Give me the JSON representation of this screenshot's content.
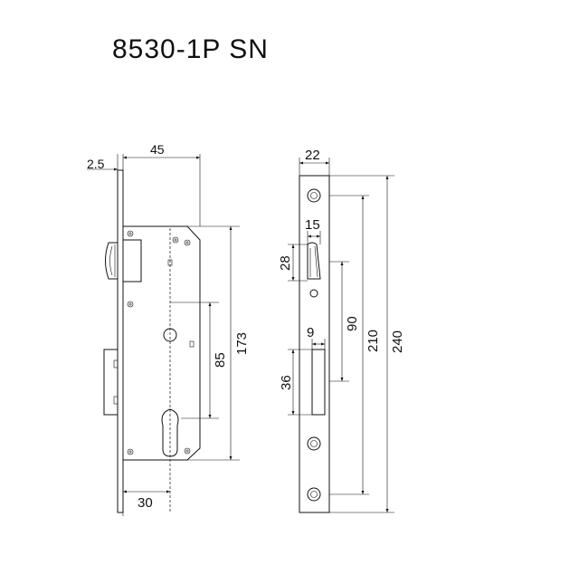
{
  "title": "8530-1P SN",
  "dimensions": {
    "faceplate_thickness": "2.5",
    "backset_width": "45",
    "center_to_cylinder": "30",
    "case_height": "173",
    "handle_to_cylinder": "85",
    "faceplate_width": "22",
    "latch_width": "15",
    "latch_height": "28",
    "deadbolt_width": "9",
    "deadbolt_height": "36",
    "latch_to_deadbolt": "90",
    "screw_spacing": "210",
    "faceplate_length": "240"
  }
}
